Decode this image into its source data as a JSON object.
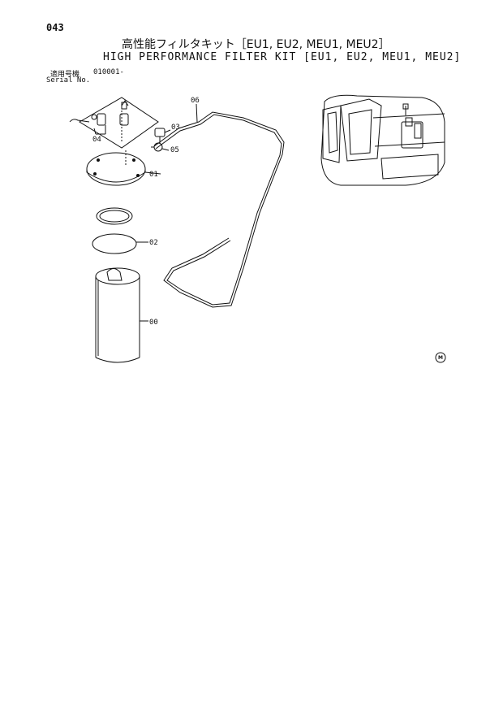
{
  "header": {
    "page_number": "043",
    "title_jp": "高性能フィルタキット［EU1, EU2, MEU1, MEU2］",
    "title_en": "HIGH PERFORMANCE FILTER KIT [EU1, EU2, MEU1, MEU2]",
    "serial_label_jp": "適用号機",
    "serial_value": "010001-",
    "serial_label_en": "Serial No."
  },
  "parts": {
    "p00": "00",
    "p01": "01",
    "p02": "02",
    "p03": "03",
    "p04": "04",
    "p05": "05",
    "p06": "06"
  },
  "mark": "M"
}
